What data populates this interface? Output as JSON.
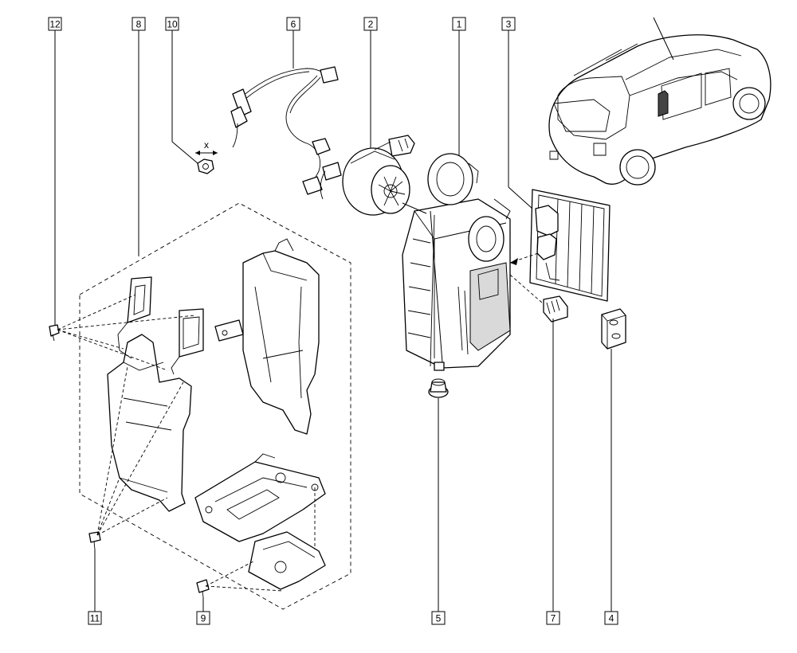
{
  "callouts": [
    {
      "id": "c12",
      "label": "12"
    },
    {
      "id": "c8",
      "label": "8"
    },
    {
      "id": "c10",
      "label": "10"
    },
    {
      "id": "c6",
      "label": "6"
    },
    {
      "id": "c2",
      "label": "2"
    },
    {
      "id": "c1",
      "label": "1"
    },
    {
      "id": "c3",
      "label": "3"
    },
    {
      "id": "c11",
      "label": "11"
    },
    {
      "id": "c9",
      "label": "9"
    },
    {
      "id": "c5",
      "label": "5"
    },
    {
      "id": "c7",
      "label": "7"
    },
    {
      "id": "c4",
      "label": "4"
    }
  ],
  "nut_dimension_label": "x"
}
